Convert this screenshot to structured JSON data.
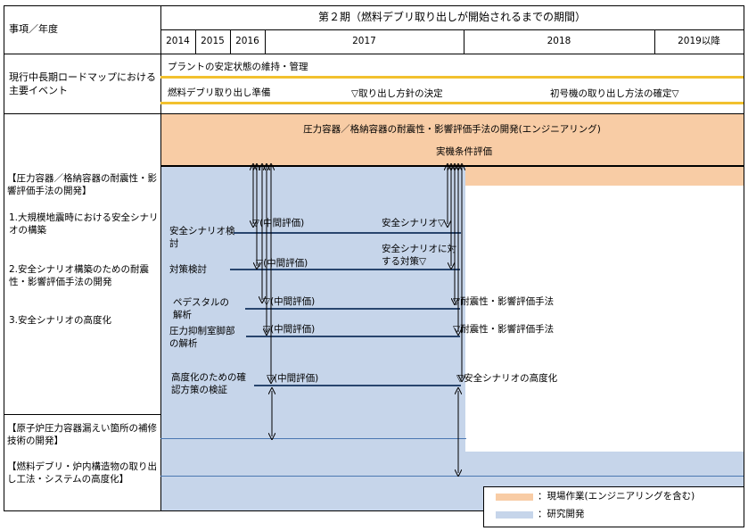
{
  "header": {
    "period_title": "第２期（燃料デブリ取り出しが開始されるまでの期間）",
    "row_label": "事項／年度",
    "years": [
      "2014",
      "2015",
      "2016",
      "2017",
      "2018",
      "2019以降"
    ]
  },
  "roadmap": {
    "label": "現行中長期ロードマップにおける主要イベント",
    "plant_item": "プラントの安定状態の維持・管理",
    "debris_prep": "燃料デブリ取り出し準備",
    "policy_decision": "▽取り出し方針の決定",
    "first_unit": "初号機の取り出し方法の確定▽"
  },
  "project": {
    "title": "【圧力容器／格納容器の耐震性・影響評価手法の開発】",
    "subtitle_1": "1.大規模地震時における安全シナリオの構築",
    "subtitle_2": "2.安全シナリオ構築のための耐震性・影響評価手法の開発",
    "subtitle_3": "3.安全シナリオの高度化",
    "eng_title": "圧力容器／格納容器の耐震性・影響評価手法の開発(エンジニアリング)",
    "eng_sub": "実機条件評価"
  },
  "tasks": {
    "t1_label": "安全シナリオ検討",
    "t1_mid": "▽(中間評価)",
    "t1_end": "安全シナリオ▽",
    "t2_label": "対策検討",
    "t2_mid": "▽(中間評価)",
    "t2_end": "安全シナリオに対する対策▽",
    "t3_label": "ペデスタルの解析",
    "t3_mid": "▽(中間評価)",
    "t3_end": "▽耐震性・影響評価手法",
    "t4_label": "圧力抑制室脚部の解析",
    "t4_mid": "▽(中間評価)",
    "t4_end": "▽耐震性・影響評価手法",
    "t5_label": "高度化のための確認方策の検証",
    "t5_mid": "▽(中間評価)",
    "t5_end": "▽安全シナリオの高度化"
  },
  "other_projects": {
    "repair": "【原子炉圧力容器漏えい箇所の補修技術の開発】",
    "debris_system": "【燃料デブリ・炉内構造物の取り出し工法・システムの高度化】"
  },
  "legend": {
    "onsite": "：現場作業(エンジニアリングを含む)",
    "rnd": "：研究開発"
  },
  "colors": {
    "onsite": "#f8cca5",
    "rnd": "#c6d5ea",
    "milestone_line": "#f2c12e",
    "task_line": "#28456e"
  }
}
